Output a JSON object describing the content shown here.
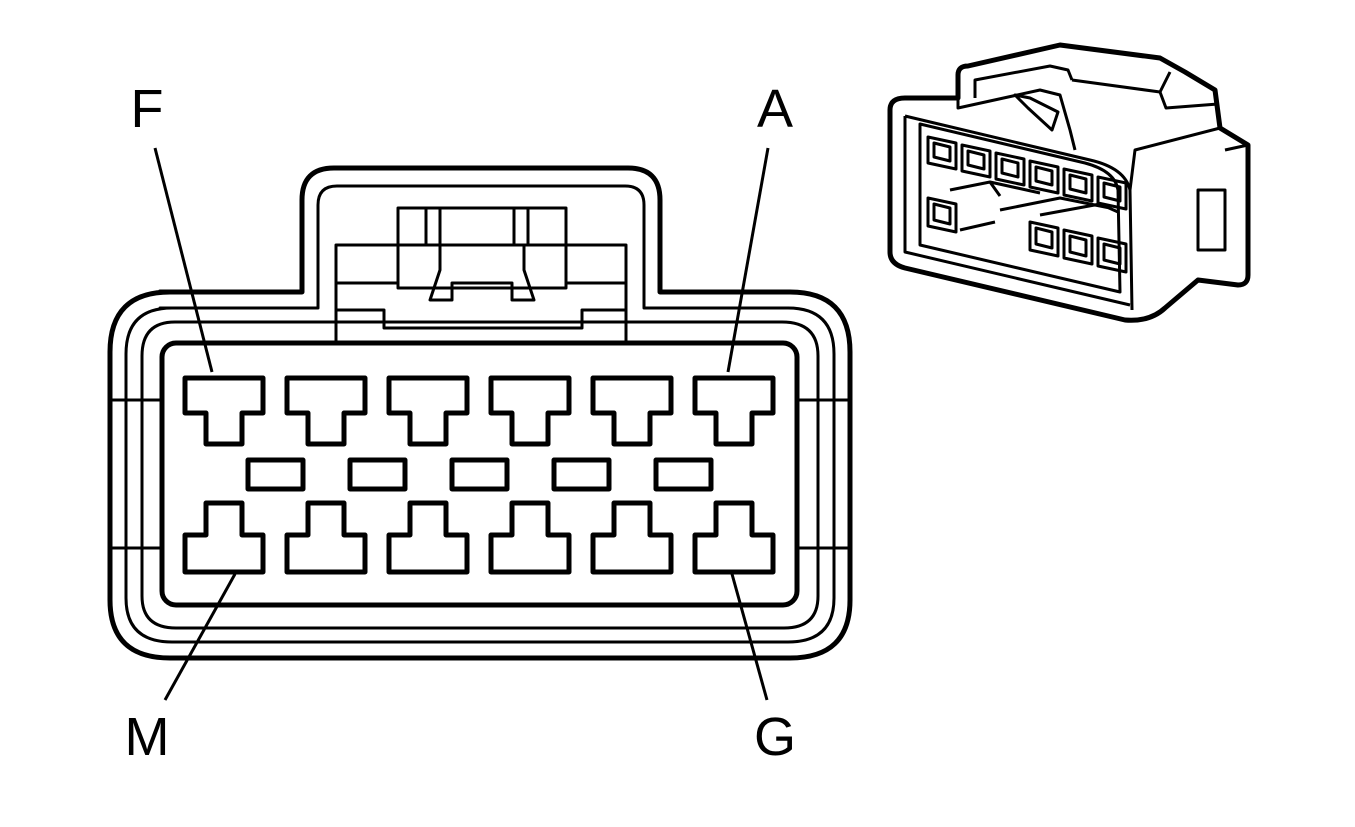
{
  "pin_labels": {
    "top_left": "F",
    "top_right": "A",
    "bottom_left": "M",
    "bottom_right": "G"
  },
  "connector": {
    "terminal_rows": 2,
    "terminals_per_row": 6,
    "separator_slots": 5
  },
  "colors": {
    "line": "#000000",
    "background": "#ffffff"
  }
}
